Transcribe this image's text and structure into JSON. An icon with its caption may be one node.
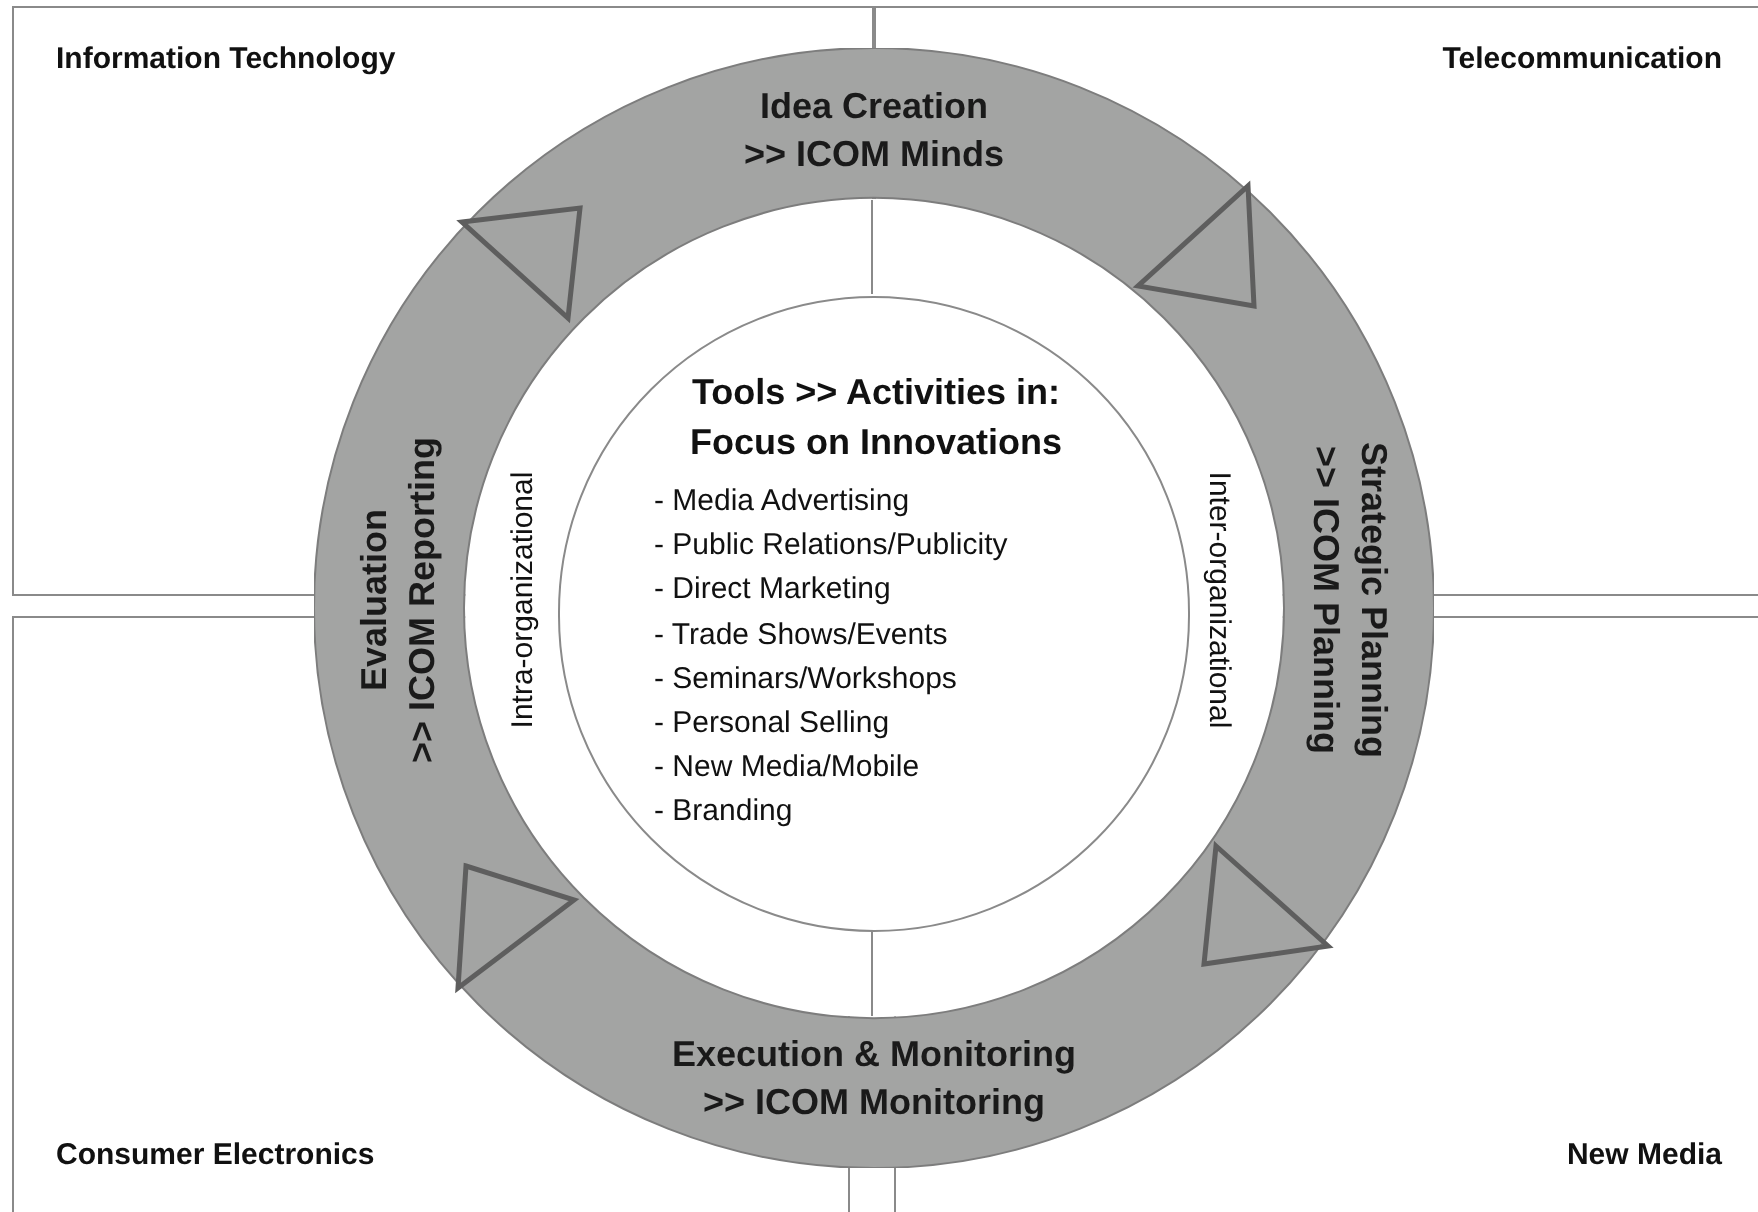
{
  "diagram": {
    "nodes": [
      {
        "text": [
          "Idea Creation",
          ">> ICOM Minds",
          "Strategic Planning",
          ">> ICOM Planning",
          "Execution & Monitoring",
          ">> ICOM Monitoring",
          "Evaluation",
          ">> ICOM Reporting"
        ]
      },
      {
        "text": [
          "Tools >> Activities in: Focus on Innovations",
          "- Media Advertising",
          "- Public Relations/Publicity",
          "- Direct Marketing",
          "- Trade Shows/Events",
          "- Seminars/Workshops",
          "- Personal Selling",
          "- New Media/Mobile",
          "- Branding"
        ],
        "in": 0
      }
    ],
    "labels": [
      "Information Technology",
      "Telecommunication",
      "Intra-organizational",
      "Inter-organizational",
      "Consumer Electronics",
      "New Media"
    ]
  }
}
